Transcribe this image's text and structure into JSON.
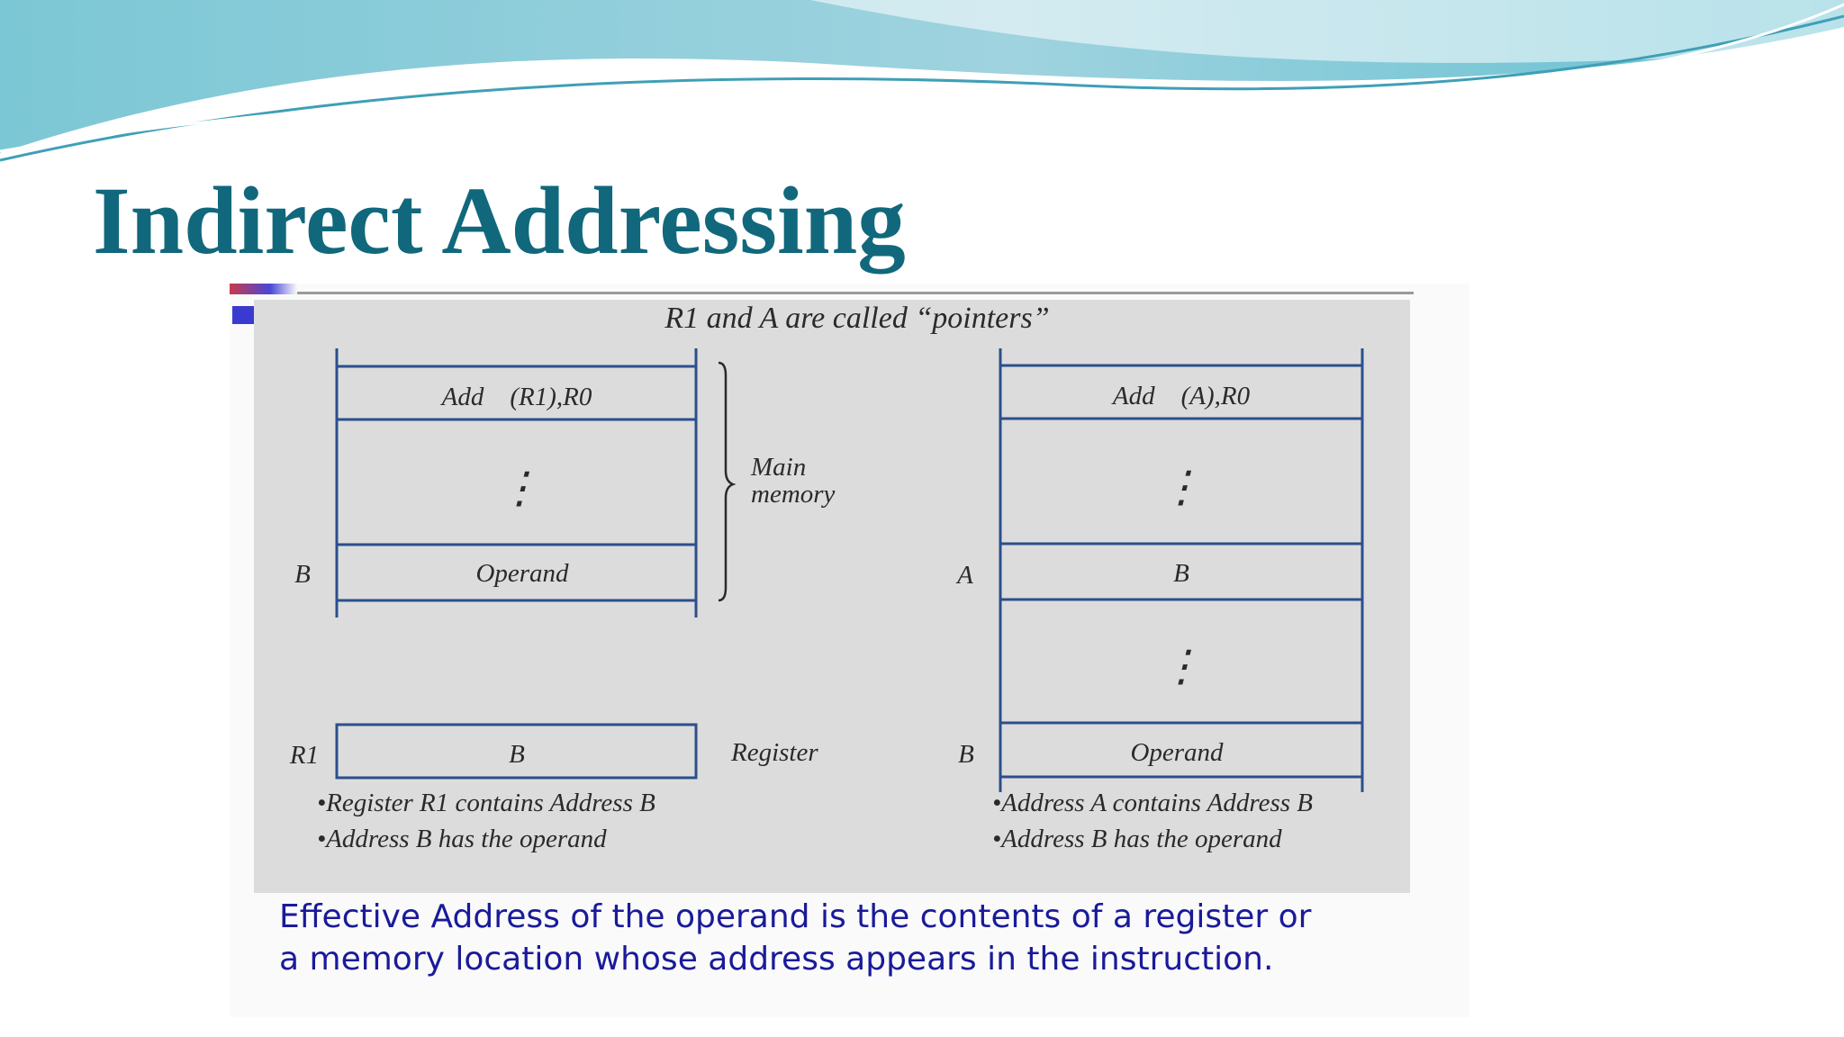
{
  "slide": {
    "title": "Indirect Addressing"
  },
  "diagram": {
    "caption": "R1 and A are called “pointers”",
    "left": {
      "instruction": "Add    (R1),R0",
      "ellipsis": "⋮",
      "operand_label": "B",
      "operand_cell": "Operand",
      "main_memory_line1": "Main",
      "main_memory_line2": "memory",
      "register_name": "R1",
      "register_value": "B",
      "register_caption": "Register",
      "notes": [
        "•Register R1 contains Address B",
        "•Address B has the operand"
      ]
    },
    "right": {
      "instruction": "Add    (A),R0",
      "ellipsis": "⋮",
      "address_a_label": "A",
      "address_a_value": "B",
      "operand_label": "B",
      "operand_cell": "Operand",
      "notes": [
        "•Address A contains Address B",
        "•Address B has the operand"
      ]
    },
    "colors": {
      "memory_lines": "#2b4f8c",
      "panel_bg": "#dcdcdc",
      "title": "#11687c",
      "footer_text": "#1a1a9a"
    }
  },
  "footer": {
    "line1": "Effective Address of the operand is the contents of a register or",
    "line2": "a memory location whose address appears in the instruction."
  }
}
